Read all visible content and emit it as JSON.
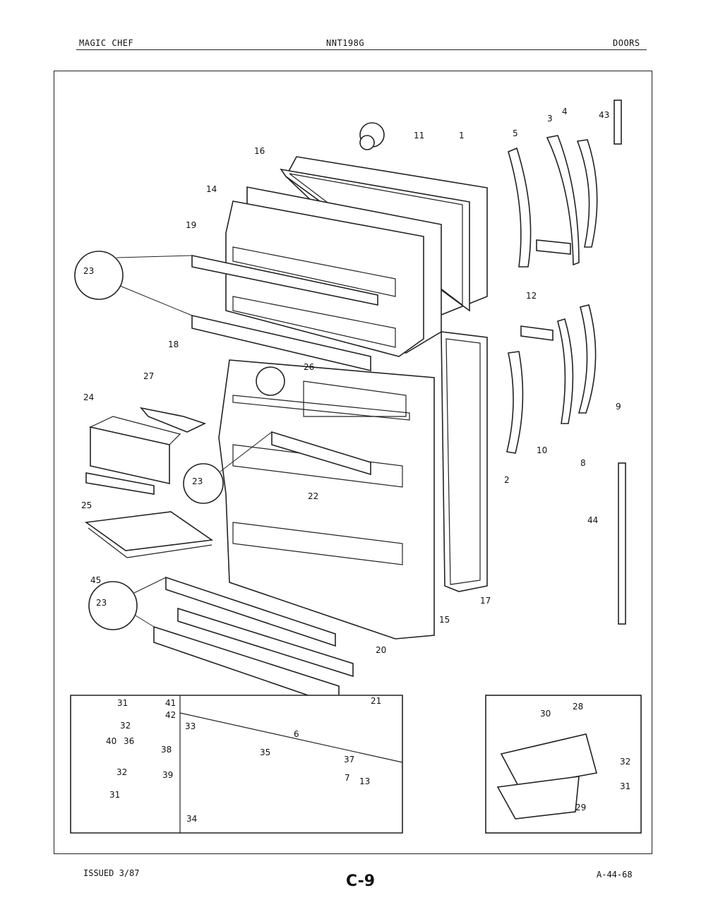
{
  "header": {
    "brand": "MAGIC CHEF",
    "model": "NNT198G",
    "section": "DOORS"
  },
  "footer": {
    "issued": "ISSUED 3/87",
    "page_code": "C-9",
    "doc_number": "A-44-68"
  },
  "callouts": [
    "1",
    "2",
    "3",
    "4",
    "5",
    "6",
    "7",
    "8",
    "9",
    "10",
    "11",
    "12",
    "13",
    "14",
    "15",
    "16",
    "17",
    "18",
    "19",
    "20",
    "21",
    "22",
    "23",
    "23",
    "23",
    "24",
    "25",
    "26",
    "27",
    "28",
    "29",
    "30",
    "31",
    "31",
    "31",
    "32",
    "32",
    "32",
    "33",
    "34",
    "35",
    "36",
    "37",
    "38",
    "39",
    "40",
    "41",
    "42",
    "43",
    "44",
    "45"
  ]
}
